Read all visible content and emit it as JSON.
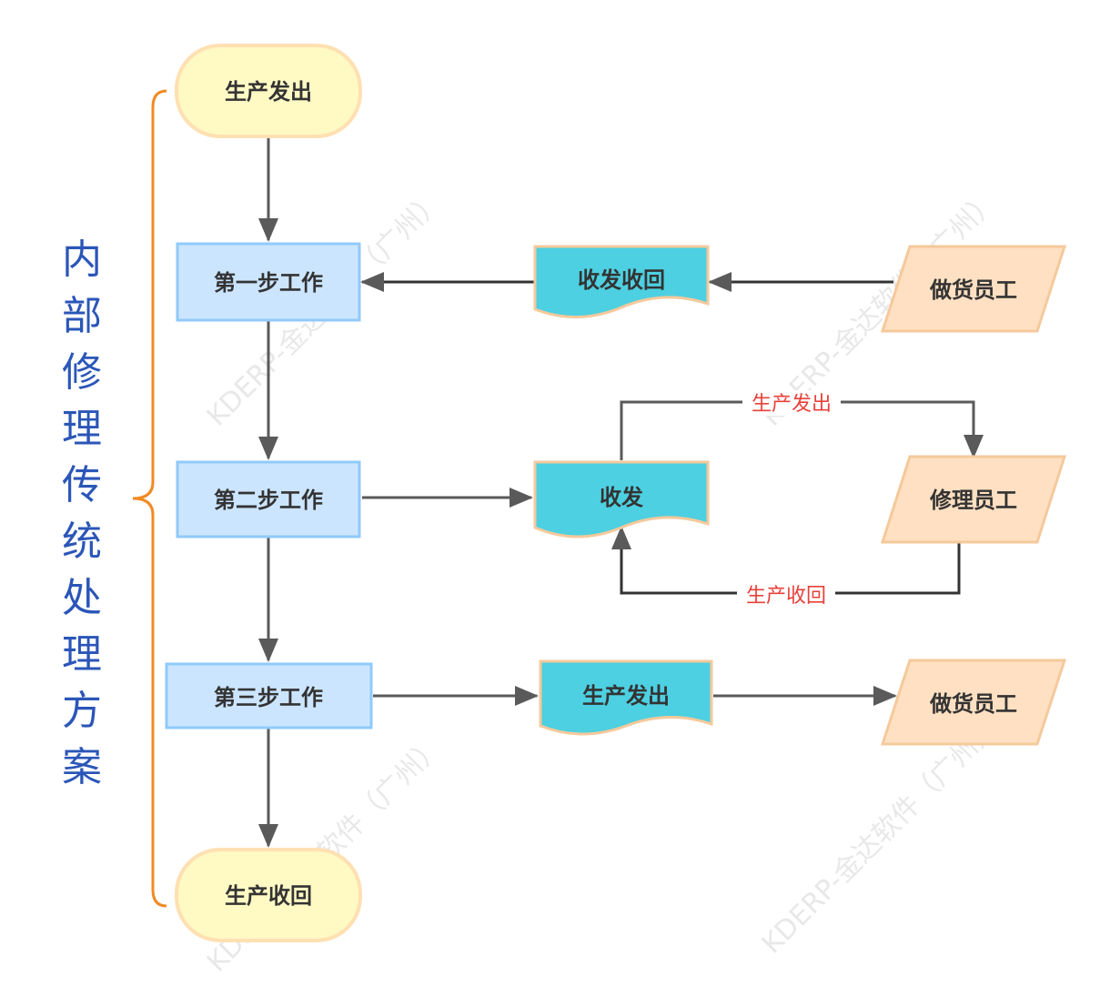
{
  "side_title": "内部修理传统处理方案",
  "watermark": "KDERP-金达软件（广州）",
  "nodes": {
    "start": "生产发出",
    "step1": "第一步工作",
    "step2": "第二步工作",
    "step3": "第三步工作",
    "end": "生产收回",
    "doc1": "收发收回",
    "doc2": "收发",
    "doc3": "生产发出",
    "worker1": "做货员工",
    "worker2": "修理员工",
    "worker3": "做货员工"
  },
  "edge_labels": {
    "top": "生产发出",
    "bottom": "生产收回"
  },
  "colors": {
    "terminal_fill": "#fff9c4",
    "terminal_stroke": "#ffe0b2",
    "process_fill": "#cce5ff",
    "process_stroke": "#90caf9",
    "document_fill": "#4dd0e1",
    "document_stroke": "#f5c99b",
    "io_fill": "#ffe0c2",
    "io_stroke": "#f5c99b",
    "arrow": "#5a5a5a",
    "brace": "#f08a24",
    "side_title": "#2b56b8",
    "edge_label": "#e8413a"
  }
}
